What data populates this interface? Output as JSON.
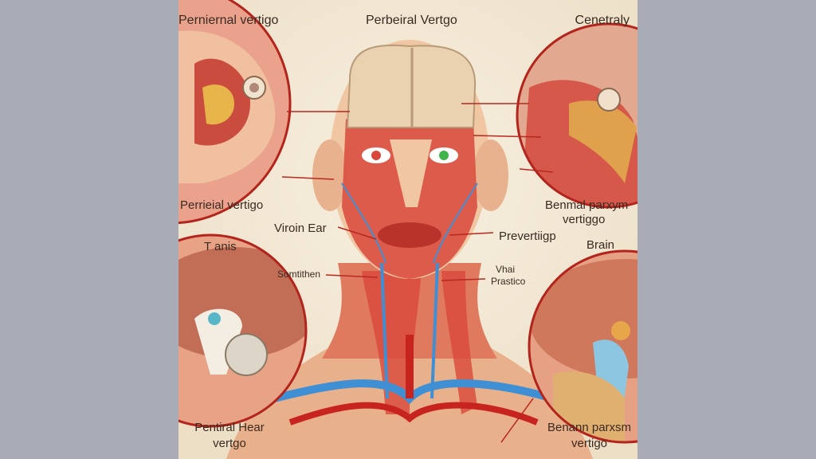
{
  "labels": {
    "top_left": "Perniernal vertigo",
    "top_center": "Perbeiral Vertgo",
    "top_right": "Cenetraly",
    "mid_left": "Perrieial vertigo",
    "mid_right_line1": "Benmal parxym",
    "mid_right_line2": "vertiggo",
    "virion_ear": "Viroin Ear",
    "prevertigo": "Prevertiigp",
    "tannis": "T anis",
    "brain": "Brain",
    "somtithen": "Somtithen",
    "vhai_line1": "Vhai",
    "vhai_line2": "Prastico",
    "bottom_left_line1": "Pentiral Hear",
    "bottom_left_line2": "vertgo",
    "bottom_right_line1": "Benann parxsm",
    "bottom_right_line2": "vertigo"
  },
  "colors": {
    "background": "#f3e9d6",
    "muscle": "#d9483b",
    "skin": "#f0c7a2",
    "brain": "#ead2b0",
    "vein": "#3f8fd4",
    "artery": "#c8241f",
    "leader_line": "#b8281f"
  }
}
